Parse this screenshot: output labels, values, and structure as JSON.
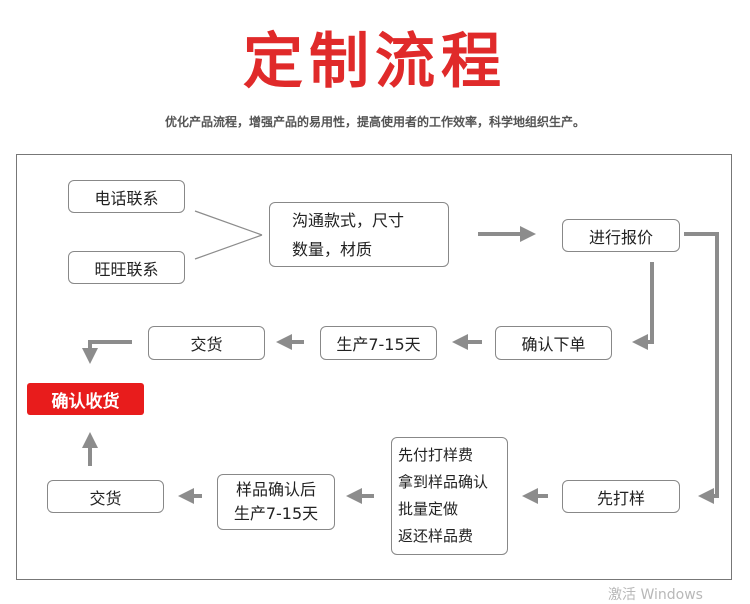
{
  "header": {
    "title": "定制流程",
    "subtitle": "优化产品流程，增强产品的易用性，提高使用者的工作效率，科学地组织生产。"
  },
  "nodes": {
    "phone_contact": "电话联系",
    "wangwang_contact": "旺旺联系",
    "communicate_line1": "沟通款式，尺寸",
    "communicate_line2": "数量，材质",
    "quote": "进行报价",
    "confirm_order": "确认下单",
    "production_top": "生产7-15天",
    "delivery_top": "交货",
    "confirm_receipt": "确认收货",
    "sample": "先打样",
    "sample_steps": [
      "先付打样费",
      "拿到样品确认",
      "批量定做",
      "返还样品费"
    ],
    "after_sample_line1": "样品确认后",
    "after_sample_line2": "生产7-15天",
    "delivery_bottom": "交货"
  },
  "watermark": "激活 Windows",
  "colors": {
    "title": "#e02a2a",
    "highlight": "#e81c1c",
    "arrow": "#8c8c8c"
  }
}
